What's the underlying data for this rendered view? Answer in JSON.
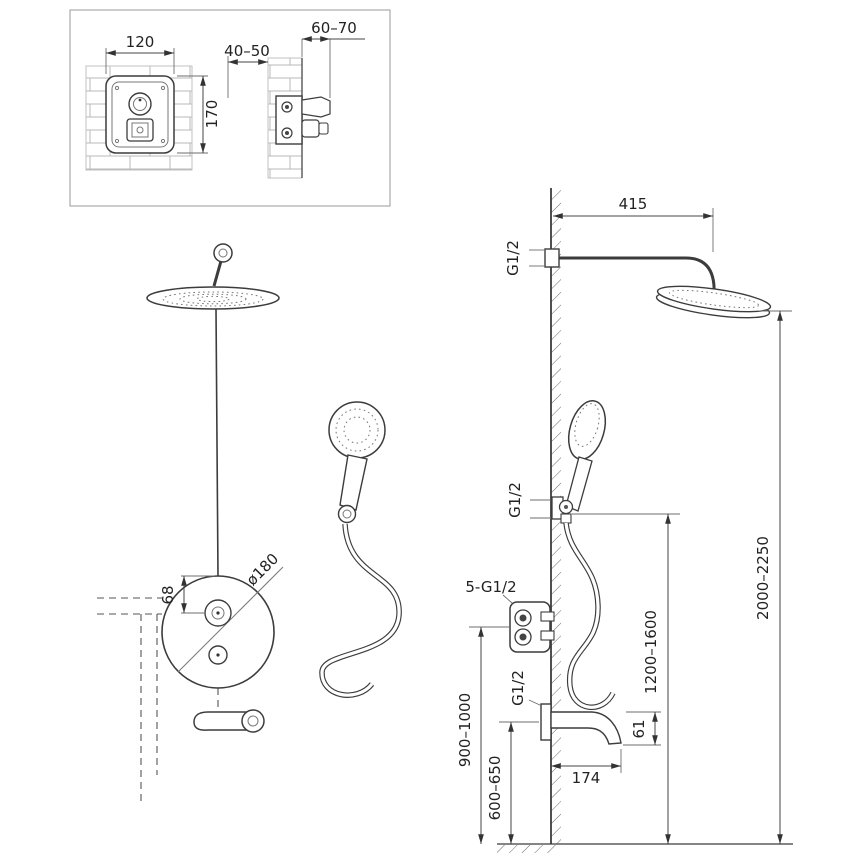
{
  "diagram": {
    "inset": {
      "front_width": "120",
      "front_height": "170",
      "side_recess_depth": "40–50",
      "side_total_depth": "60–70"
    },
    "pictorial": {
      "plate_diameter": "ø180",
      "knob_spacing": "68"
    },
    "schematic": {
      "arm_length": "415",
      "arm_thread": "G1/2",
      "handshower_thread": "G1/2",
      "mixer_connections": "5-G1/2",
      "spout_thread": "G1/2",
      "height_overall": "2000–2250",
      "height_handshower": "1200–1600",
      "height_mixer": "900–1000",
      "height_spout": "600–650",
      "spout_drop": "61",
      "spout_length": "174"
    }
  }
}
